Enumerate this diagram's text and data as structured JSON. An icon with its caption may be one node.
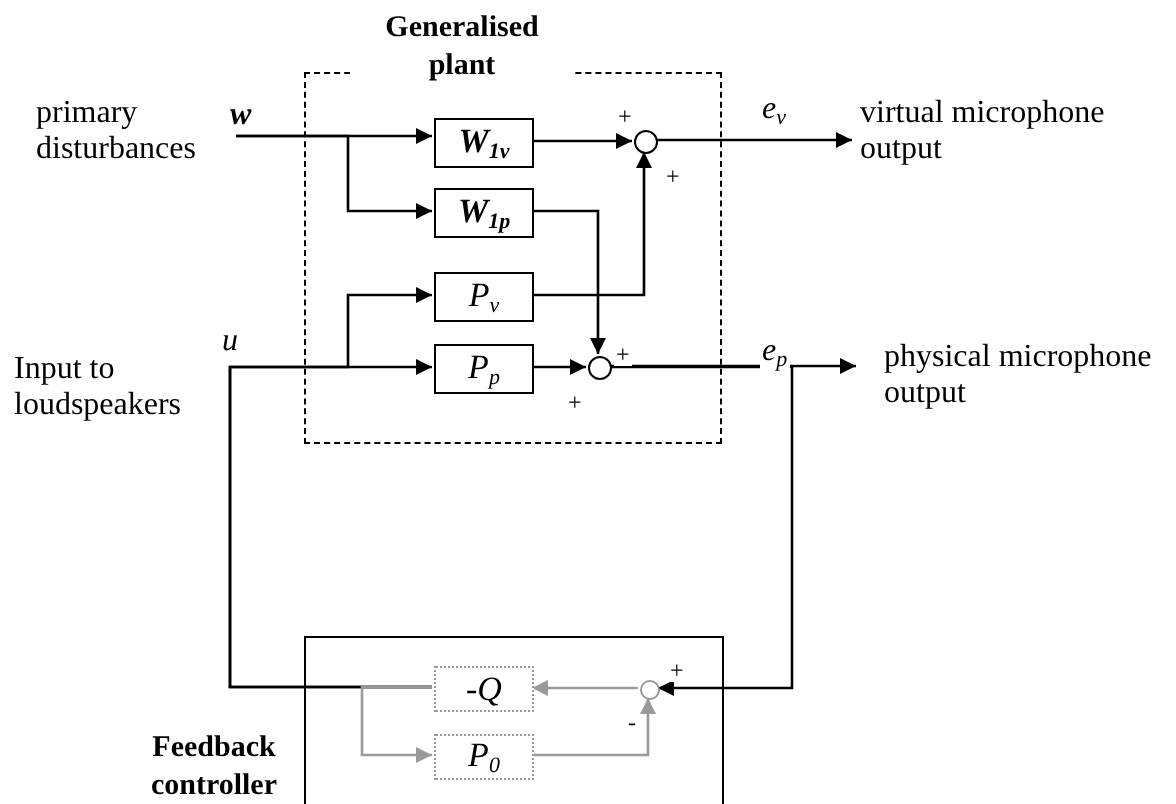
{
  "diagram": {
    "nodes": [
      {
        "text": [
          "Generalised plant"
        ]
      },
      {
        "text": [
          "W$_{1v}$"
        ],
        "in": 0
      },
      {
        "text": [
          "W$_{1p}$"
        ],
        "in": 0
      },
      {
        "text": [
          "P$_{v}$"
        ],
        "in": 0
      },
      {
        "text": [
          "P$_{p}$"
        ],
        "in": 0
      },
      {
        "text": [],
        "shape": "circle",
        "in": 0
      },
      {
        "text": [],
        "shape": "circle",
        "in": 0
      },
      {
        "text": [
          "primary disturbances"
        ]
      },
      {
        "text": [
          "virtual microphone output"
        ]
      },
      {
        "text": [
          "physical microphone output"
        ]
      },
      {
        "text": [
          "Feedback controller"
        ]
      },
      {
        "text": [
          "-Q"
        ],
        "in": 10
      },
      {
        "text": [
          "P$_{0}$"
        ],
        "in": 10
      },
      {
        "text": [],
        "shape": "circle",
        "in": 10
      }
    ],
    "edges": [
      {
        "from": 7,
        "to": 1,
        "arrow": "to",
        "label": "w"
      },
      {
        "from": 7,
        "to": 2,
        "arrow": "to"
      },
      {
        "from": 1,
        "to": 5,
        "arrow": "to"
      },
      {
        "from": 2,
        "to": 6,
        "arrow": "to"
      },
      {
        "from": 3,
        "to": 5,
        "arrow": "to"
      },
      {
        "from": 4,
        "to": 6,
        "arrow": "to"
      },
      {
        "from": 5,
        "to": 8,
        "arrow": "to",
        "label": "e$_{v}$"
      },
      {
        "from": 6,
        "to": 9,
        "arrow": "to",
        "label": "e$_{p}$"
      },
      {
        "from": 6,
        "to": 13,
        "arrow": "to"
      },
      {
        "from": 13,
        "to": 11,
        "arrow": "to",
        "color": "#999999"
      },
      {
        "from": 11,
        "to": 3,
        "arrow": "to",
        "label": "u"
      },
      {
        "from": 11,
        "to": 4,
        "arrow": "to"
      },
      {
        "from": 11,
        "to": 12,
        "arrow": "to",
        "color": "#999999"
      },
      {
        "from": 12,
        "to": 13,
        "arrow": "to",
        "color": "#999999"
      }
    ],
    "labels": [
      "+",
      "+",
      "+",
      "Input to loudspeakers",
      "+",
      "+",
      "-"
    ]
  }
}
